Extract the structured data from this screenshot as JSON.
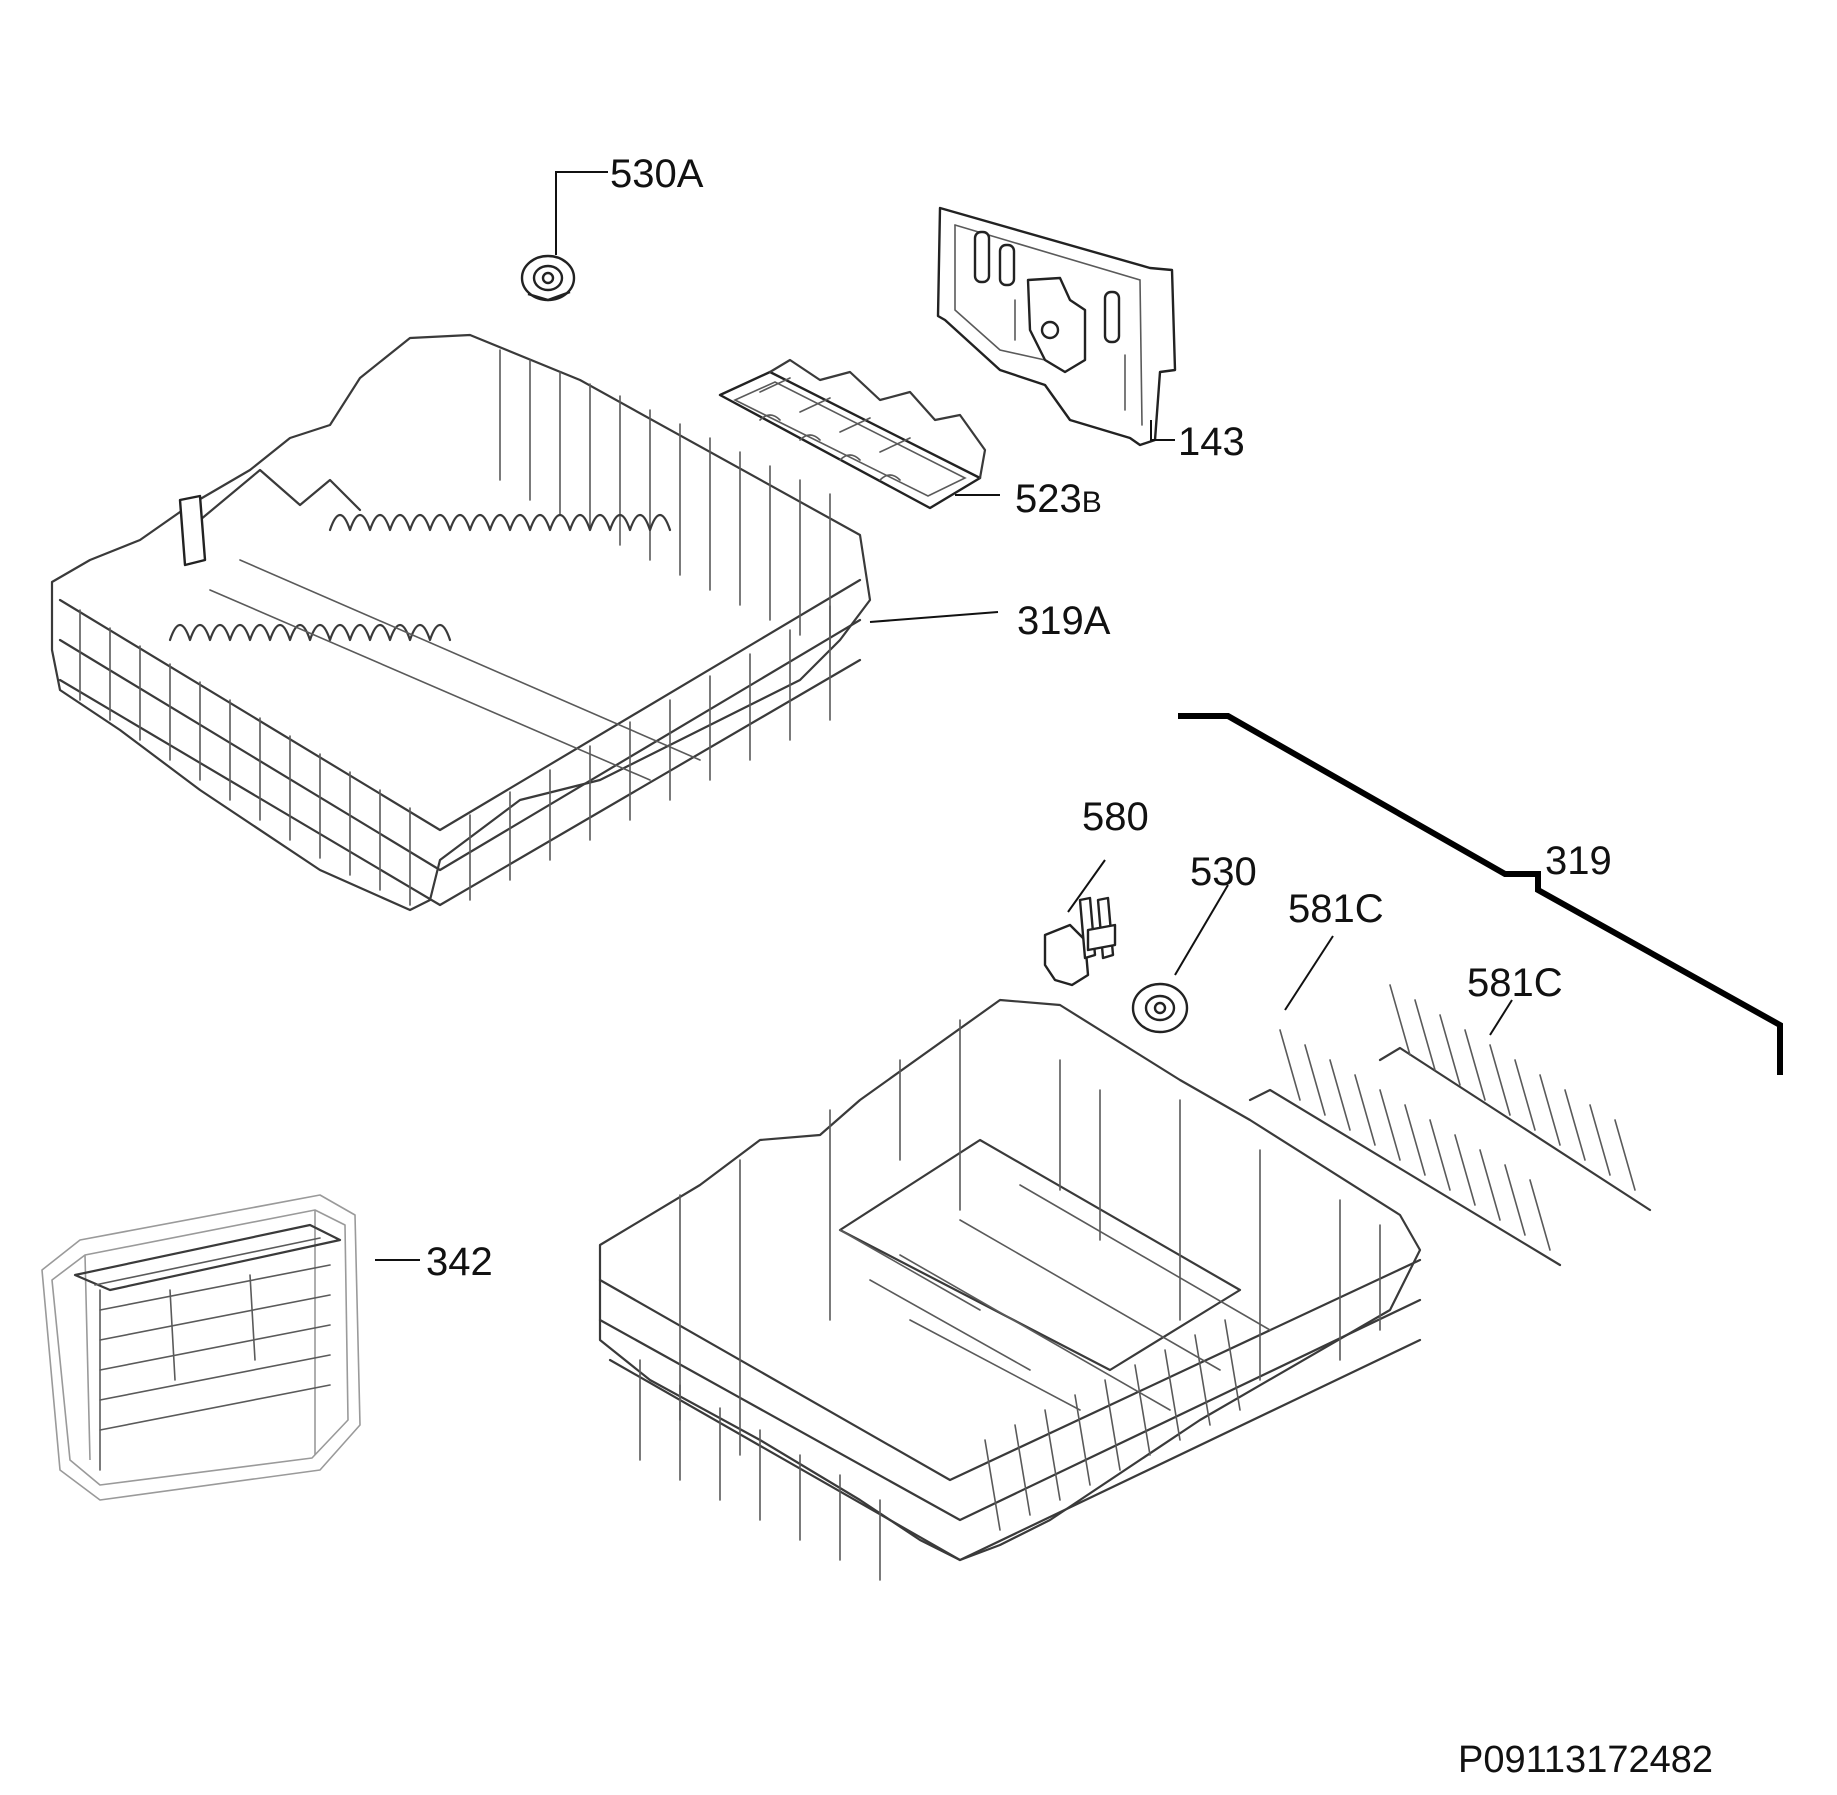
{
  "labels": {
    "p530A": "530A",
    "p143": "143",
    "p523B_num": "523",
    "p523B_suffix": "B",
    "p319A": "319A",
    "p580": "580",
    "p530": "530",
    "p319": "319",
    "p581C_a": "581C",
    "p581C_b": "581C",
    "p342": "342"
  },
  "document_id": "P09113172482"
}
